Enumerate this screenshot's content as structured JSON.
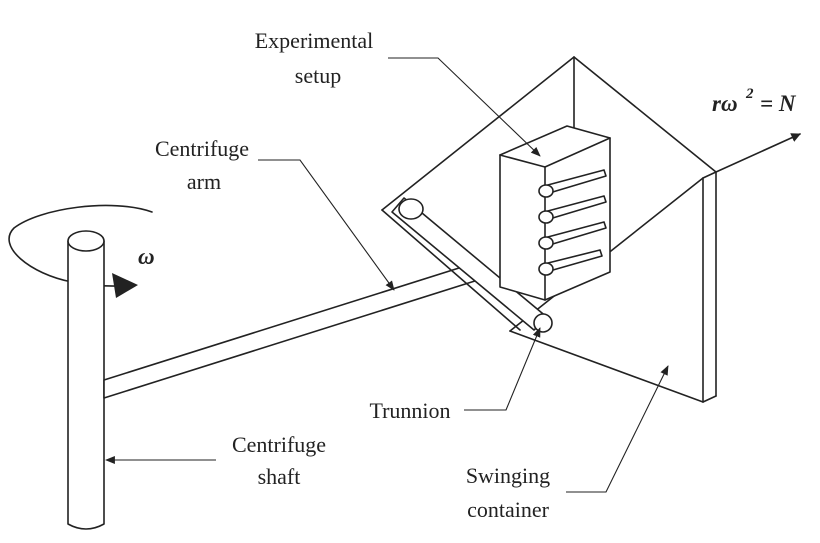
{
  "labels": {
    "experimental_setup_line1": "Experimental",
    "experimental_setup_line2": "setup",
    "centrifuge_arm_line1": "Centrifuge",
    "centrifuge_arm_line2": "arm",
    "omega": "ω",
    "trunnion": "Trunnion",
    "centrifuge_shaft_line1": "Centrifuge",
    "centrifuge_shaft_line2": "shaft",
    "swinging_container_line1": "Swinging",
    "swinging_container_line2": "container",
    "equation_r_omega": "rω",
    "equation_exponent": "2",
    "equation_equals_n": "= N"
  }
}
